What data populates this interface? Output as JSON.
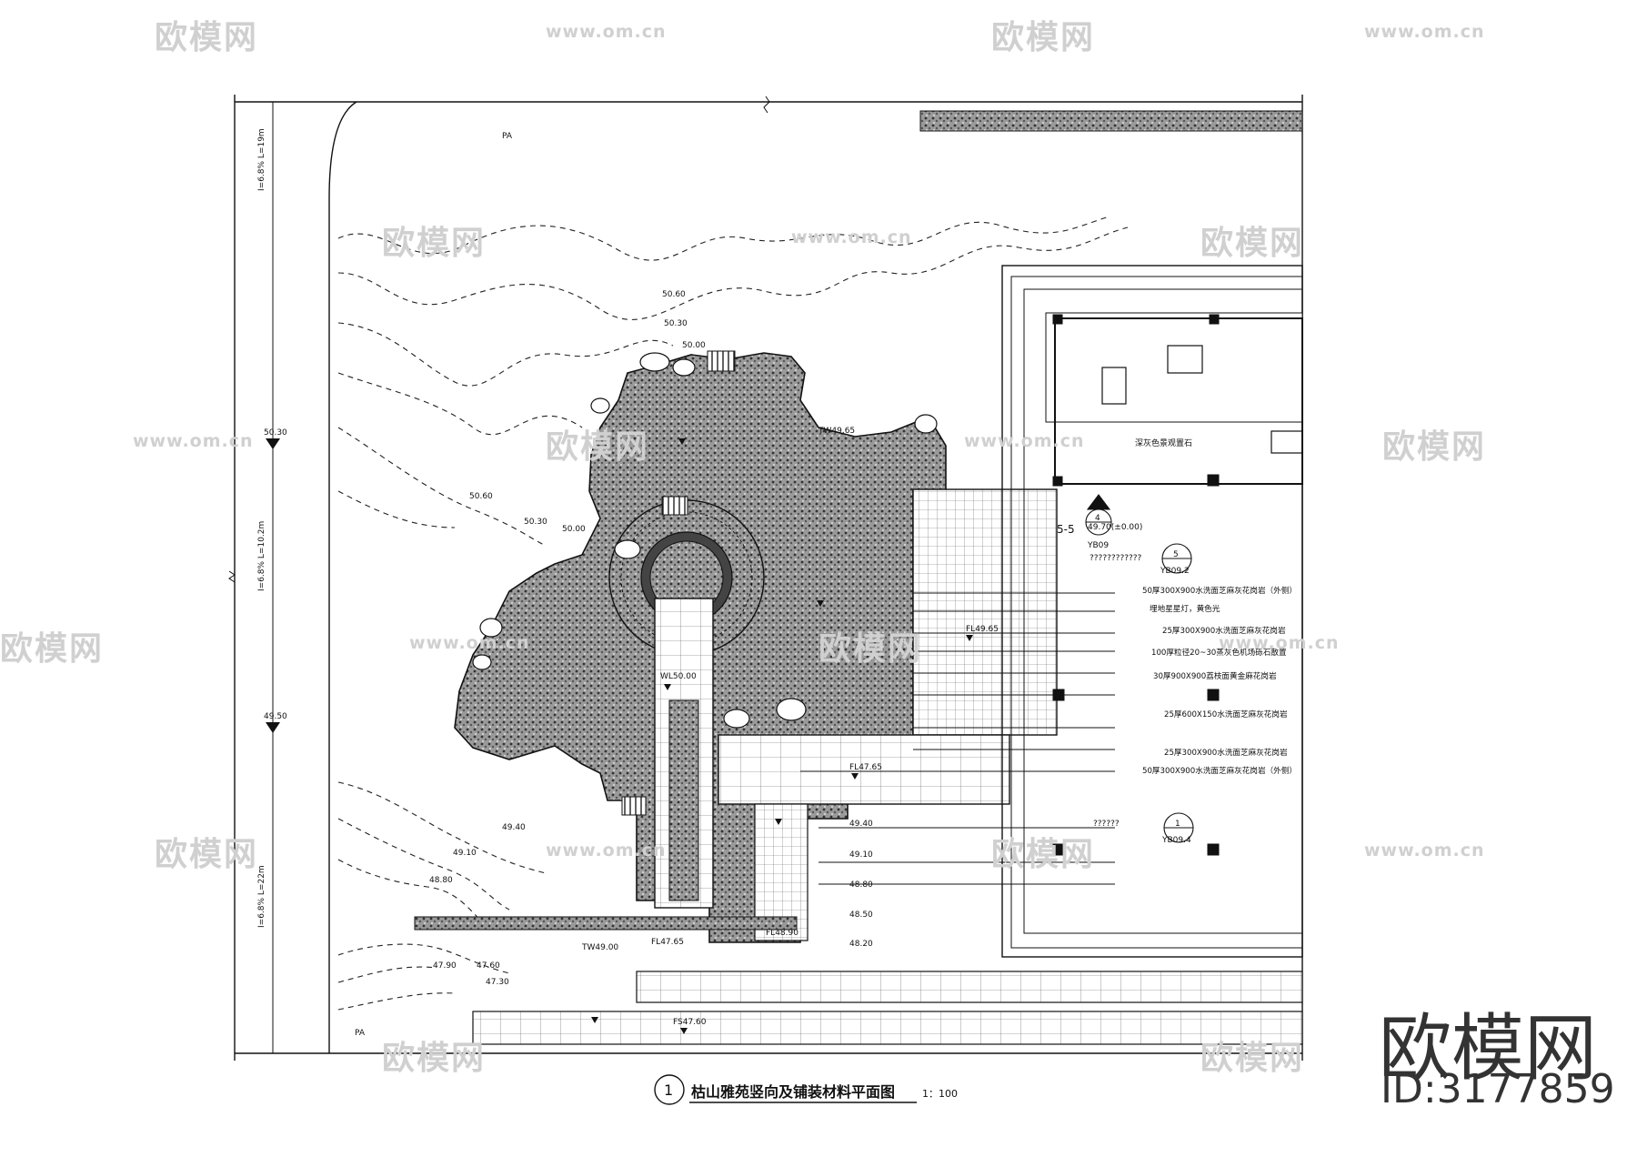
{
  "title": {
    "number": "1",
    "text": "枯山雅苑竖向及铺装材料平面图",
    "scale": "1：100"
  },
  "labels": {
    "pa_top": "PA",
    "pa_bottom": "PA",
    "slope_top": "I=6.8%  L=19m",
    "slope_mid": "I=6.8%  L=10.2m",
    "slope_bot": "I=6.8%  L=22m",
    "elev_left_1": "50.30",
    "elev_left_2": "49.50",
    "stone_label": "深灰色景观置石",
    "datum": "49.70(±0.00)",
    "section": "5-5",
    "section_ref": "4",
    "section_sheet": "YB09",
    "callout_a": "5",
    "callout_a_sheet": "YB09.2",
    "callout_b": "1",
    "callout_b_sheet": "YB09.4",
    "unknown_1": "????????????",
    "unknown_2": "??????",
    "fl_1": "FL49.65",
    "fl_2": "FL47.65",
    "fl_3": "FL48.90",
    "fl_4": "FL47.65",
    "fl_5": "FS47.60",
    "wl_1": "WL50.00",
    "tw_1": "TW49.65",
    "tw_2": "TW49.00"
  },
  "contours": [
    "50.60",
    "50.30",
    "50.00",
    "50.60",
    "50.30",
    "50.00",
    "49.40",
    "49.10",
    "48.80",
    "47.90",
    "47.60",
    "47.30"
  ],
  "ext_contours": [
    "49.40",
    "49.10",
    "48.80",
    "48.50",
    "48.20"
  ],
  "materials": [
    "50厚300X900水洗面芝麻灰花岗岩（外侧）",
    "埋地星星灯，黄色光",
    "25厚300X900水洗面芝麻灰花岗岩",
    "100厚粒径20~30蒸灰色机场砾石散置",
    "30厚900X900荔枝面黄金麻花岗岩",
    "25厚600X150水洗面芝麻灰花岗岩",
    "25厚300X900水洗面芝麻灰花岗岩",
    "50厚300X900水洗面芝麻灰花岗岩（外侧）"
  ],
  "watermark": {
    "brand": "欧模网",
    "url": "www.om.cn",
    "id": "ID:3177859"
  },
  "colors": {
    "line": "#111111",
    "watermark": "#d0d0d0",
    "gravel": "#8a8a8a"
  }
}
